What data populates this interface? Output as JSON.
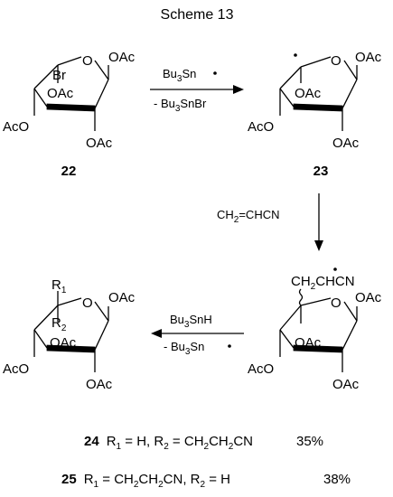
{
  "title": "Scheme 13",
  "compounds": {
    "c22": {
      "id": "22",
      "substituents": [
        "OAc",
        "OAc",
        "AcO",
        "OAc"
      ],
      "br": "Br"
    },
    "c23": {
      "id": "23",
      "substituents": [
        "OAc",
        "OAc",
        "AcO",
        "OAc"
      ]
    },
    "c24_25": {
      "r1": "R",
      "r1_sub": "1",
      "r2": "R",
      "r2_sub": "2",
      "substituents": [
        "OAc",
        "OAc",
        "AcO",
        "OAc"
      ]
    },
    "c_adduct": {
      "chain_a": "CH",
      "chain_a_sub": "2",
      "chain_b": "CHCN",
      "substituents": [
        "OAc",
        "OAc",
        "AcO",
        "OAc"
      ]
    }
  },
  "ring_oxygen": "O",
  "arrows": {
    "step1": {
      "reagent_a": "Bu",
      "reagent_a_sub": "3",
      "reagent_a_rest": "Sn",
      "byproduct": "- Bu",
      "byproduct_sub": "3",
      "byproduct_rest": "SnBr"
    },
    "step2": {
      "reagent": "CH",
      "reagent_sub": "2",
      "reagent_rest": "=CHCN"
    },
    "step3": {
      "reagent_a": "Bu",
      "reagent_a_sub": "3",
      "reagent_a_rest": "SnH",
      "byproduct": "- Bu",
      "byproduct_sub": "3",
      "byproduct_rest": "Sn"
    }
  },
  "results": [
    {
      "id": "24",
      "r1": "R",
      "r1_sub": "1",
      "r1_val": " = H, ",
      "r2": "R",
      "r2_sub": "2",
      "r2_val": " = CH",
      "r2_val_sub1": "2",
      "r2_val_mid": "CH",
      "r2_val_sub2": "2",
      "r2_val_end": "CN",
      "yield": "35%"
    },
    {
      "id": "25",
      "r1": "R",
      "r1_sub": "1",
      "r1_val": " = CH",
      "r1_val_sub1": "2",
      "r1_val_mid": "CH",
      "r1_val_sub2": "2",
      "r1_val_end": "CN, ",
      "r2": "R",
      "r2_sub": "2",
      "r2_val": " = H",
      "yield": "38%"
    }
  ]
}
